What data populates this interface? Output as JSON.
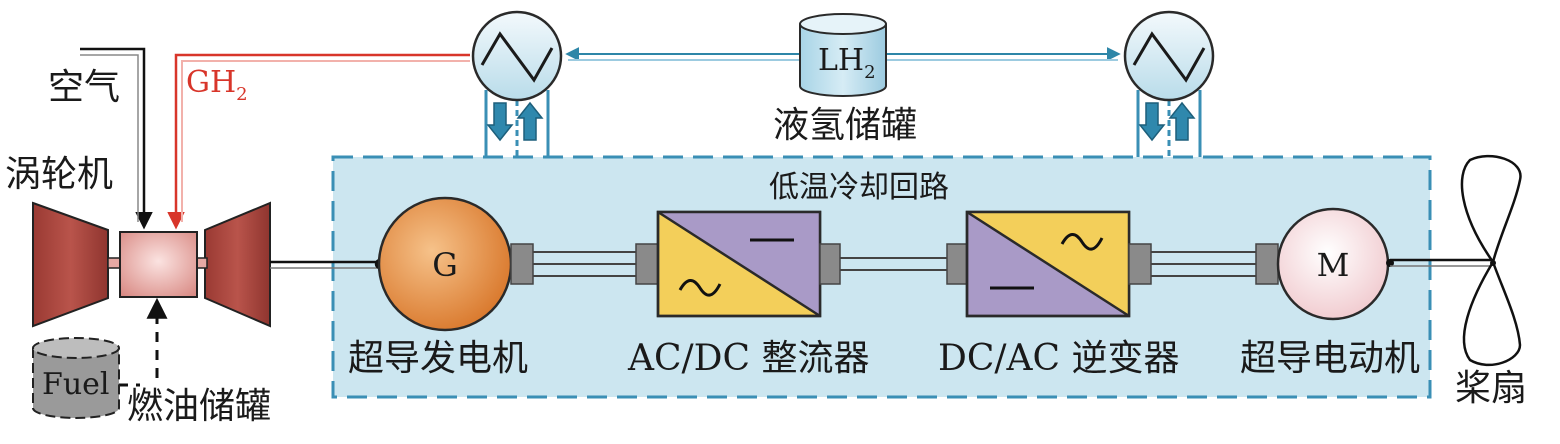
{
  "labels": {
    "air": "空气",
    "gh2": "GH",
    "gh2_sub": "2",
    "lh2": "LH",
    "lh2_sub": "2",
    "lh2_tank": "液氢储罐",
    "turbine": "涡轮机",
    "cooling_loop": "低温冷却回路",
    "generator_symbol": "G",
    "motor_symbol": "M",
    "fuel": "Fuel",
    "fuel_tank": "燃油储罐",
    "sc_generator": "超导发电机",
    "rectifier": "AC/DC 整流器",
    "inverter": "DC/AC 逆变器",
    "sc_motor": "超导电动机",
    "propeller": "桨扇"
  },
  "colors": {
    "gh2_line": "#d8352a",
    "lh2_line": "#2d86a8",
    "loop_bg": "#cce6f0",
    "loop_border": "#3a8fb5",
    "turbine": "#a8443c",
    "combustor": "#e7a9a4",
    "generator": "#e0893b",
    "converter_yellow": "#f3cf5a",
    "converter_purple": "#a99ac7",
    "motor": "#f7dde0",
    "connector": "#8a8a8a"
  }
}
